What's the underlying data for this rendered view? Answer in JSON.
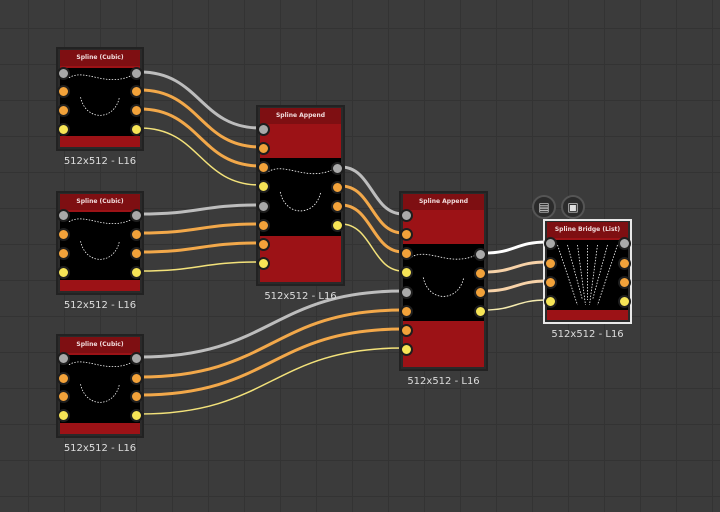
{
  "nodes": [
    {
      "id": "cubic1",
      "title": "Spline (Cubic)",
      "label": "512x512 - L16"
    },
    {
      "id": "cubic2",
      "title": "Spline (Cubic)",
      "label": "512x512 - L16"
    },
    {
      "id": "cubic3",
      "title": "Spline (Cubic)",
      "label": "512x512 - L16"
    },
    {
      "id": "append1",
      "title": "Spline Append",
      "label": "512x512 - L16"
    },
    {
      "id": "append2",
      "title": "Spline Append",
      "label": "512x512 - L16"
    },
    {
      "id": "bridge",
      "title": "Spline Bridge (List)",
      "label": "512x512 - L16",
      "selected": true
    }
  ],
  "bridge_icons": [
    "document-icon",
    "checker-icon"
  ],
  "colors": {
    "node_title": "#7e0f12",
    "node_body": "#9c1216",
    "port_gray": "#a9a9a9",
    "port_orange": "#f2a23a",
    "port_yellow": "#f6e456",
    "background": "#3b3b3b"
  }
}
